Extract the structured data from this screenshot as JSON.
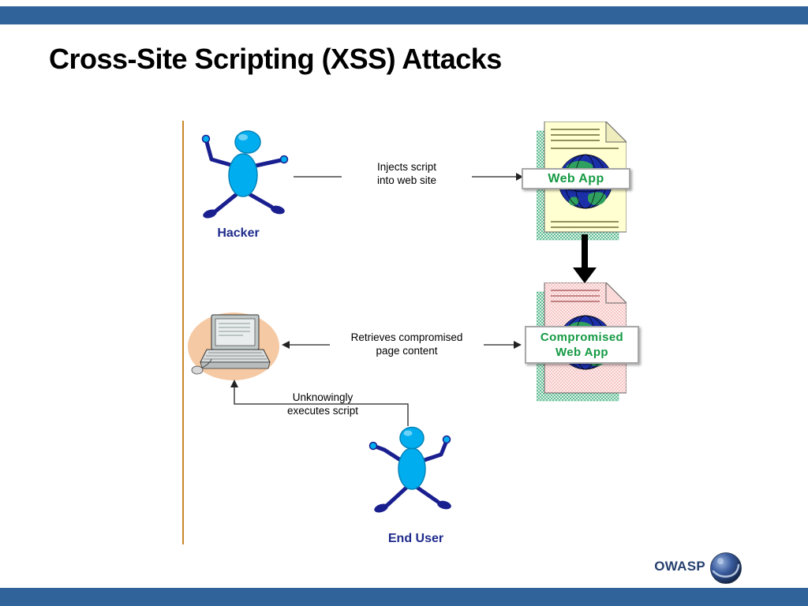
{
  "slide": {
    "title": "Cross-Site Scripting (XSS) Attacks",
    "brand": "OWASP"
  },
  "diagram": {
    "hacker": {
      "label": "Hacker"
    },
    "end_user": {
      "label": "End User"
    },
    "web_app": {
      "label": "Web App"
    },
    "compromised_web_app": {
      "line1": "Compromised",
      "line2": "Web App"
    },
    "injects": {
      "line1": "Injects script",
      "line2": "into web site"
    },
    "retrieves": {
      "line1": "Retrieves compromised",
      "line2": "page content"
    },
    "unknowingly": {
      "line1": "Unknowingly",
      "line2": "executes script"
    }
  },
  "colors": {
    "bar_blue": "#31639B",
    "figure_cyan": "#00AEEF",
    "limb_navy": "#1A1F8F",
    "label_navy": "#1F2B8C",
    "label_green": "#149A43",
    "divider_orange": "#C8872C",
    "doc_yellow": "#FFFFD2",
    "doc_pink": "#FFECEC",
    "shadow_teal": "#63BE96"
  }
}
